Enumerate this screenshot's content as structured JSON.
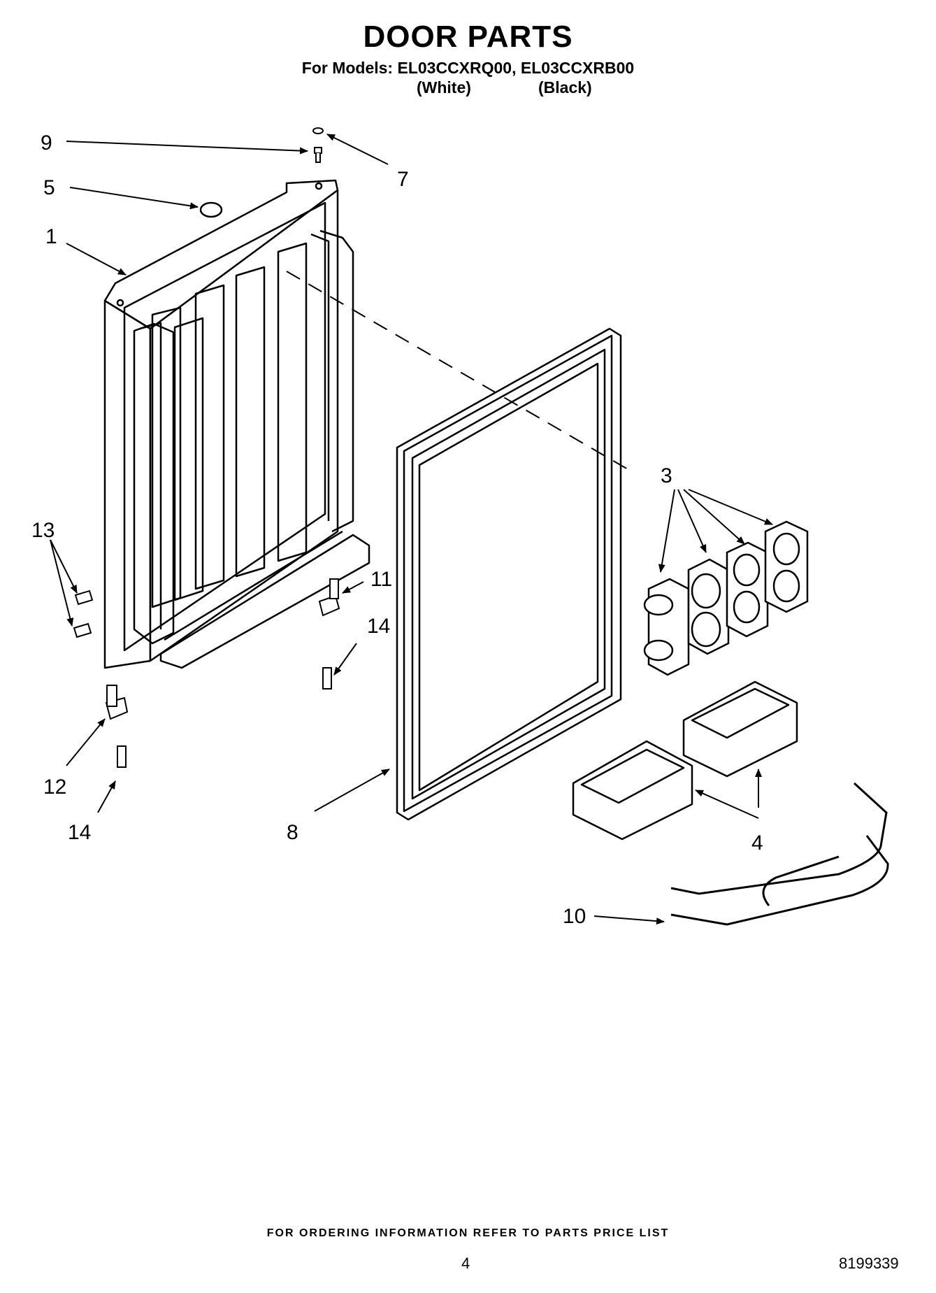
{
  "header": {
    "title": "DOOR PARTS",
    "models_line": "For Models: EL03CCXRQ00, EL03CCXRB00",
    "variant_white": "(White)",
    "variant_black": "(Black)"
  },
  "callouts": {
    "c1": "1",
    "c3": "3",
    "c4": "4",
    "c5": "5",
    "c7": "7",
    "c8": "8",
    "c9": "9",
    "c10": "10",
    "c11": "11",
    "c12": "12",
    "c13": "13",
    "c14a": "14",
    "c14b": "14"
  },
  "footer": {
    "ordering_info": "FOR ORDERING INFORMATION REFER TO PARTS PRICE LIST",
    "page_number": "4",
    "document_number": "8199339"
  }
}
